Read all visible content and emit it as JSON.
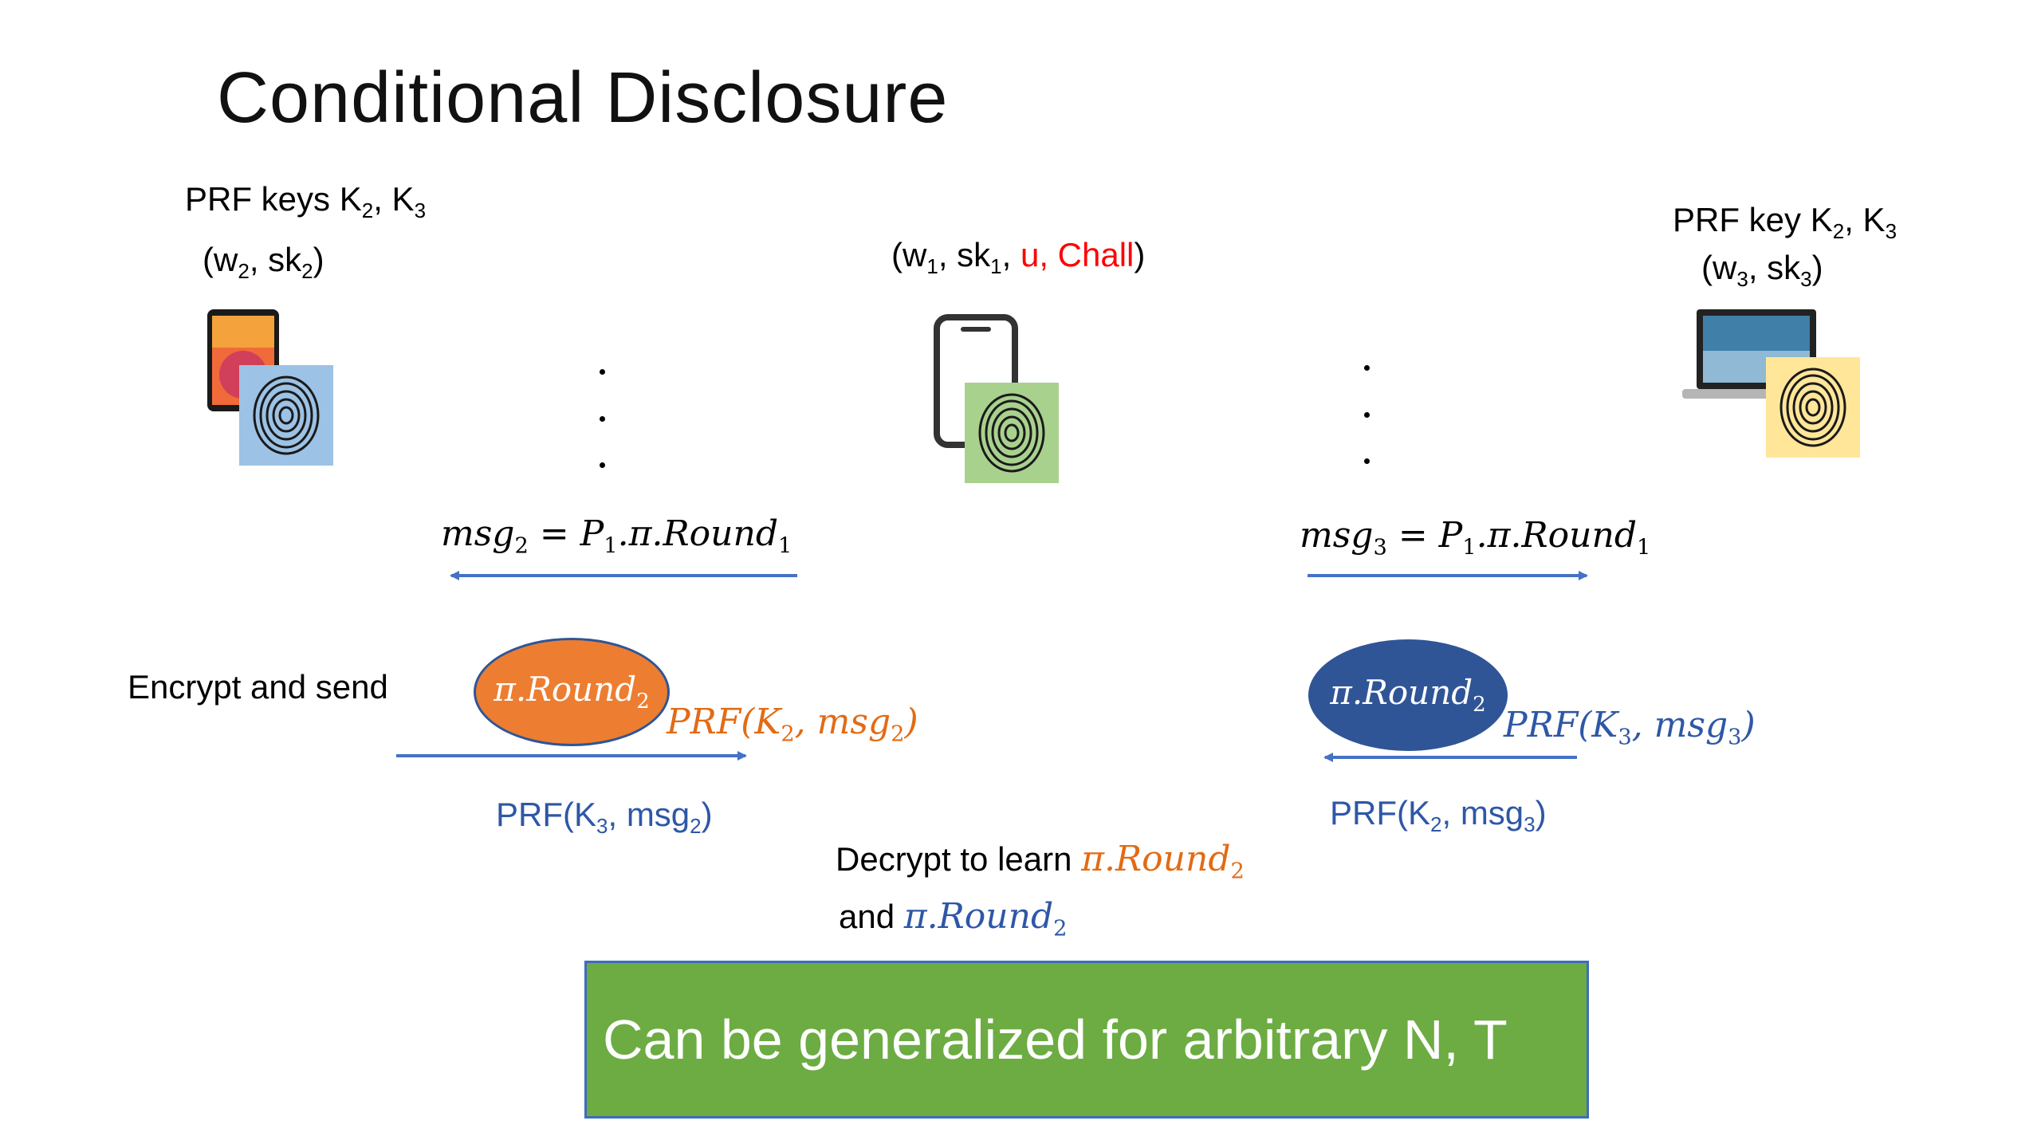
{
  "slide": {
    "title": "Conditional Disclosure",
    "left_party": {
      "keys_label": "PRF keys K",
      "keys_sub_a": "2",
      "keys_sep": ", K",
      "keys_sub_b": "3",
      "state_open": "(w",
      "state_sub_a": "2",
      "state_mid": ", sk",
      "state_sub_b": "2",
      "state_close": ")",
      "device": "tablet",
      "fingerprint_color": "#9cc2e5"
    },
    "center_party": {
      "state_open": "(w",
      "state_sub_a": "1",
      "state_mid": ", sk",
      "state_sub_b": "1",
      "state_sep": ", ",
      "state_red": "u, Chall",
      "state_close": ")",
      "device": "phone",
      "fingerprint_color": "#a9d18e"
    },
    "right_party": {
      "keys_label": "PRF key K",
      "keys_sub_a": "2",
      "keys_sep": ", K",
      "keys_sub_b": "3",
      "state_open": "(w",
      "state_sub_a": "3",
      "state_mid": ", sk",
      "state_sub_b": "3",
      "state_close": ")",
      "device": "laptop",
      "fingerprint_color": "#ffe699"
    },
    "left_msg": {
      "lhs": "msg",
      "lhs_sub": "2",
      "eq": " = P",
      "p_sub": "1",
      "rhs": ".π.Round",
      "rhs_sub": "1"
    },
    "right_msg": {
      "lhs": "msg",
      "lhs_sub": "3",
      "eq": " = P",
      "p_sub": "1",
      "rhs": ".π.Round",
      "rhs_sub": "1"
    },
    "encrypt_label": "Encrypt and send",
    "left_round": {
      "text": "π.Round",
      "sub": "2",
      "color": "#ed7d31"
    },
    "left_prf_orange": {
      "open": "PRF(K",
      "sub_a": "2",
      "mid": ", msg",
      "sub_b": "2",
      "close": ")"
    },
    "left_prf_blue": {
      "open": "PRF(K",
      "sub_a": "3",
      "mid": ", msg",
      "sub_b": "2",
      "close": ")"
    },
    "right_round": {
      "text": "π.Round",
      "sub": "2",
      "color": "#2f5597"
    },
    "right_prf_italic": {
      "open": "PRF(K",
      "sub_a": "3",
      "mid": ", msg",
      "sub_b": "3",
      "close": ")"
    },
    "right_prf_blue": {
      "open": "PRF(K",
      "sub_a": "2",
      "mid": ", msg",
      "sub_b": "3",
      "close": ")"
    },
    "decrypt": {
      "line1": "Decrypt to learn ",
      "line1_math": "π.Round",
      "line1_sub": "2",
      "line2": "and ",
      "line2_math": "π.Round",
      "line2_sub": "2"
    },
    "banner": {
      "text": "Can be generalized for arbitrary N, T",
      "color": "#70ad47"
    },
    "colors": {
      "arrow": "#4472c4",
      "orange_text": "#e26b14",
      "blue_text": "#2e57a6"
    }
  }
}
